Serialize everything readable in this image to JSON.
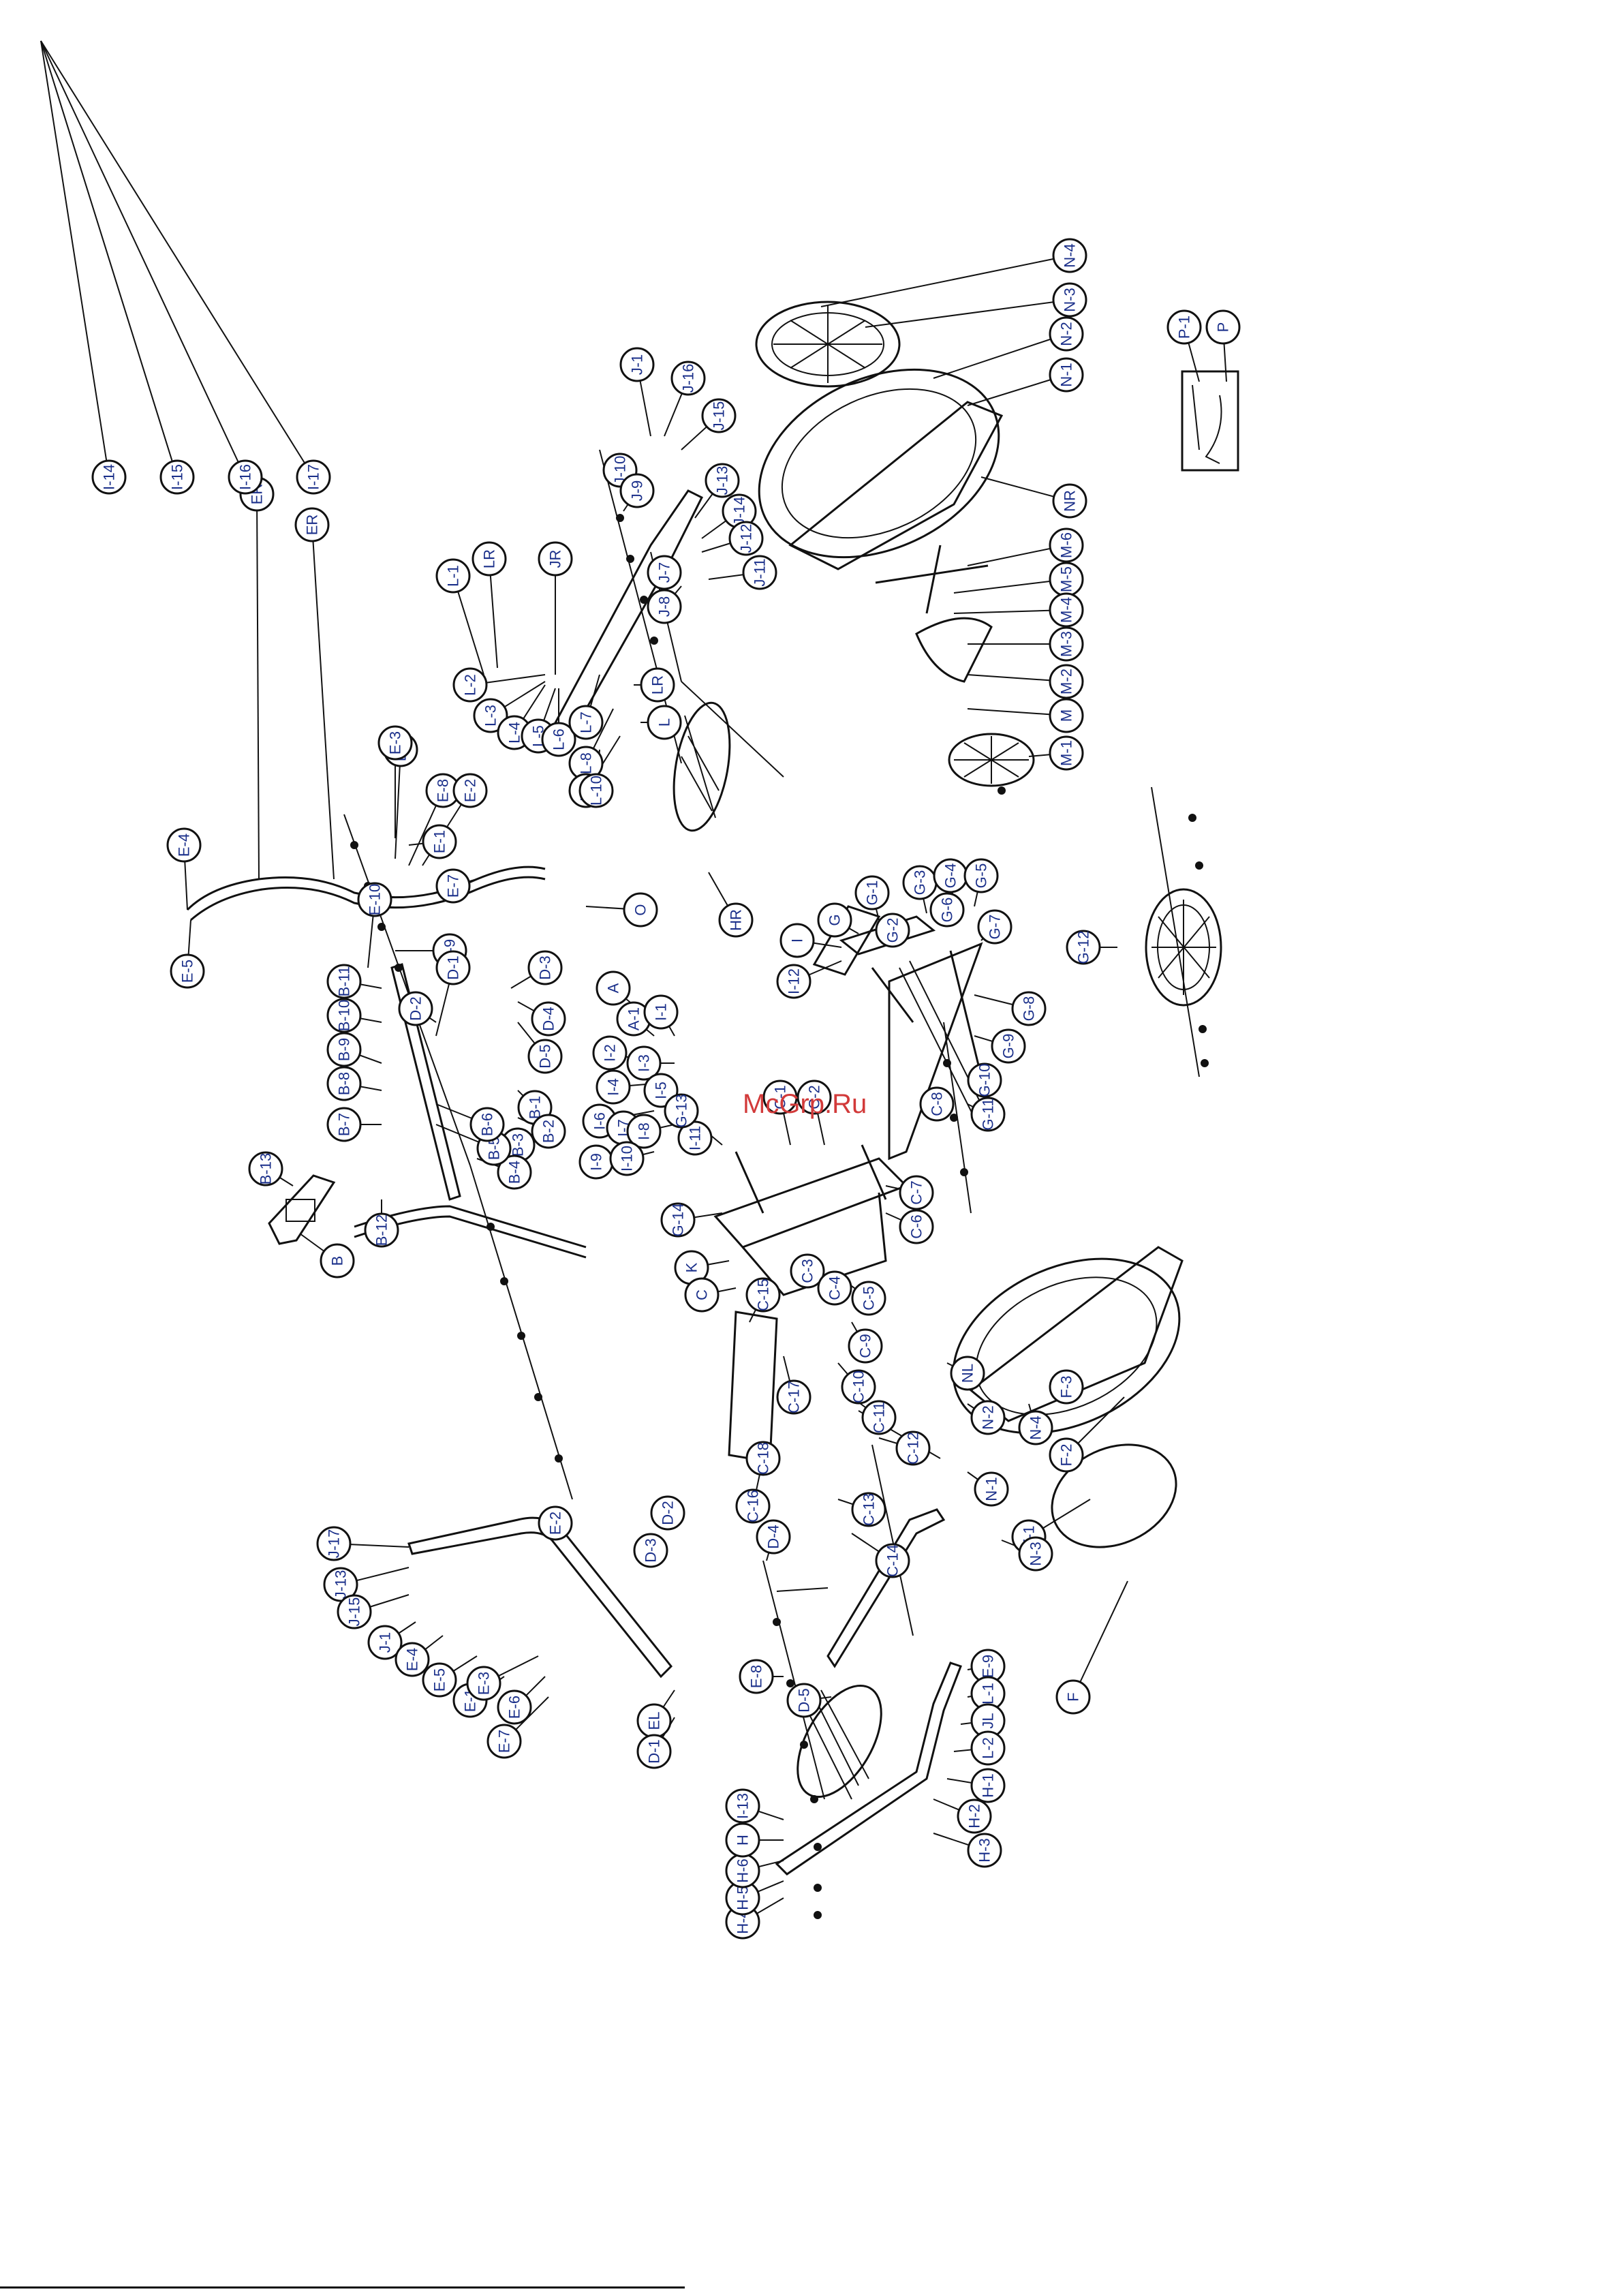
{
  "watermark": "McGrp.Ru",
  "callouts": [
    {
      "label": "N-4"
    },
    {
      "label": "N-3"
    },
    {
      "label": "N-2"
    },
    {
      "label": "N-1"
    },
    {
      "label": "NR"
    },
    {
      "label": "M-6"
    },
    {
      "label": "M-5"
    },
    {
      "label": "M-4"
    },
    {
      "label": "M-3"
    },
    {
      "label": "M-2"
    },
    {
      "label": "M"
    },
    {
      "label": "M-1"
    },
    {
      "label": "P-1"
    },
    {
      "label": "P"
    },
    {
      "label": "J-1"
    },
    {
      "label": "J-16"
    },
    {
      "label": "J-15"
    },
    {
      "label": "J-10"
    },
    {
      "label": "J-9"
    },
    {
      "label": "J-13"
    },
    {
      "label": "J-14"
    },
    {
      "label": "J-12"
    },
    {
      "label": "J-11"
    },
    {
      "label": "J-8"
    },
    {
      "label": "J-7"
    },
    {
      "label": "JR"
    },
    {
      "label": "LR"
    },
    {
      "label": "L-1"
    },
    {
      "label": "L-2"
    },
    {
      "label": "L-3"
    },
    {
      "label": "L-4"
    },
    {
      "label": "L-5"
    },
    {
      "label": "L-6"
    },
    {
      "label": "L-7"
    },
    {
      "label": "L-8"
    },
    {
      "label": "L-9"
    },
    {
      "label": "LR"
    },
    {
      "label": "L"
    },
    {
      "label": "L-10"
    },
    {
      "label": "ER"
    },
    {
      "label": "E-4"
    },
    {
      "label": "E-5"
    },
    {
      "label": "ER"
    },
    {
      "label": "E-6"
    },
    {
      "label": "E-8"
    },
    {
      "label": "E-2"
    },
    {
      "label": "E-1"
    },
    {
      "label": "E-3"
    },
    {
      "label": "E-7"
    },
    {
      "label": "E-9"
    },
    {
      "label": "E-10"
    },
    {
      "label": "O"
    },
    {
      "label": "HR"
    },
    {
      "label": "D-1"
    },
    {
      "label": "D-2"
    },
    {
      "label": "D-3"
    },
    {
      "label": "D-4"
    },
    {
      "label": "D-5"
    },
    {
      "label": "B-1"
    },
    {
      "label": "B-2"
    },
    {
      "label": "B-3"
    },
    {
      "label": "B-4"
    },
    {
      "label": "B-5"
    },
    {
      "label": "B-6"
    },
    {
      "label": "B-7"
    },
    {
      "label": "B-8"
    },
    {
      "label": "B-9"
    },
    {
      "label": "B-10"
    },
    {
      "label": "B-11"
    },
    {
      "label": "B-12"
    },
    {
      "label": "B-13"
    },
    {
      "label": "B"
    },
    {
      "label": "A"
    },
    {
      "label": "A-1"
    },
    {
      "label": "I-1"
    },
    {
      "label": "I-2"
    },
    {
      "label": "I-3"
    },
    {
      "label": "I-4"
    },
    {
      "label": "I-5"
    },
    {
      "label": "I-6"
    },
    {
      "label": "I-7"
    },
    {
      "label": "I-8"
    },
    {
      "label": "I-9"
    },
    {
      "label": "I-10"
    },
    {
      "label": "I-11"
    },
    {
      "label": "I-12"
    },
    {
      "label": "I"
    },
    {
      "label": "G"
    },
    {
      "label": "G-1"
    },
    {
      "label": "G-2"
    },
    {
      "label": "G-3"
    },
    {
      "label": "G-4"
    },
    {
      "label": "G-5"
    },
    {
      "label": "G-6"
    },
    {
      "label": "G-7"
    },
    {
      "label": "G-8"
    },
    {
      "label": "G-9"
    },
    {
      "label": "G-10"
    },
    {
      "label": "G-11"
    },
    {
      "label": "G-12"
    },
    {
      "label": "G-13"
    },
    {
      "label": "G-14"
    },
    {
      "label": "K"
    },
    {
      "label": "C"
    },
    {
      "label": "C-1"
    },
    {
      "label": "C-2"
    },
    {
      "label": "C-3"
    },
    {
      "label": "C-4"
    },
    {
      "label": "C-5"
    },
    {
      "label": "C-6"
    },
    {
      "label": "C-7"
    },
    {
      "label": "C-8"
    },
    {
      "label": "C-9"
    },
    {
      "label": "C-10"
    },
    {
      "label": "C-11"
    },
    {
      "label": "C-12"
    },
    {
      "label": "C-13"
    },
    {
      "label": "C-14"
    },
    {
      "label": "C-15"
    },
    {
      "label": "C-16"
    },
    {
      "label": "C-17"
    },
    {
      "label": "C-18"
    },
    {
      "label": "F"
    },
    {
      "label": "F-1"
    },
    {
      "label": "F-2"
    },
    {
      "label": "F-3"
    },
    {
      "label": "N-4"
    },
    {
      "label": "N-3"
    },
    {
      "label": "N-1"
    },
    {
      "label": "N-2"
    },
    {
      "label": "NL"
    },
    {
      "label": "J-17"
    },
    {
      "label": "J-13"
    },
    {
      "label": "J-15"
    },
    {
      "label": "J-1"
    },
    {
      "label": "E-4"
    },
    {
      "label": "E-5"
    },
    {
      "label": "E-1"
    },
    {
      "label": "E-2"
    },
    {
      "label": "E-3"
    },
    {
      "label": "E-6"
    },
    {
      "label": "E-7"
    },
    {
      "label": "EL"
    },
    {
      "label": "D-1"
    },
    {
      "label": "D-2"
    },
    {
      "label": "D-3"
    },
    {
      "label": "D-4"
    },
    {
      "label": "D-5"
    },
    {
      "label": "E-8"
    },
    {
      "label": "E-9"
    },
    {
      "label": "L-1"
    },
    {
      "label": "JL"
    },
    {
      "label": "L-2"
    },
    {
      "label": "H-1"
    },
    {
      "label": "H-2"
    },
    {
      "label": "H-3"
    },
    {
      "label": "H-4"
    },
    {
      "label": "H-5"
    },
    {
      "label": "H-6"
    },
    {
      "label": "H"
    },
    {
      "label": "I-13"
    },
    {
      "label": "I-14"
    },
    {
      "label": "I-15"
    },
    {
      "label": "I-16"
    },
    {
      "label": "I-17"
    }
  ]
}
